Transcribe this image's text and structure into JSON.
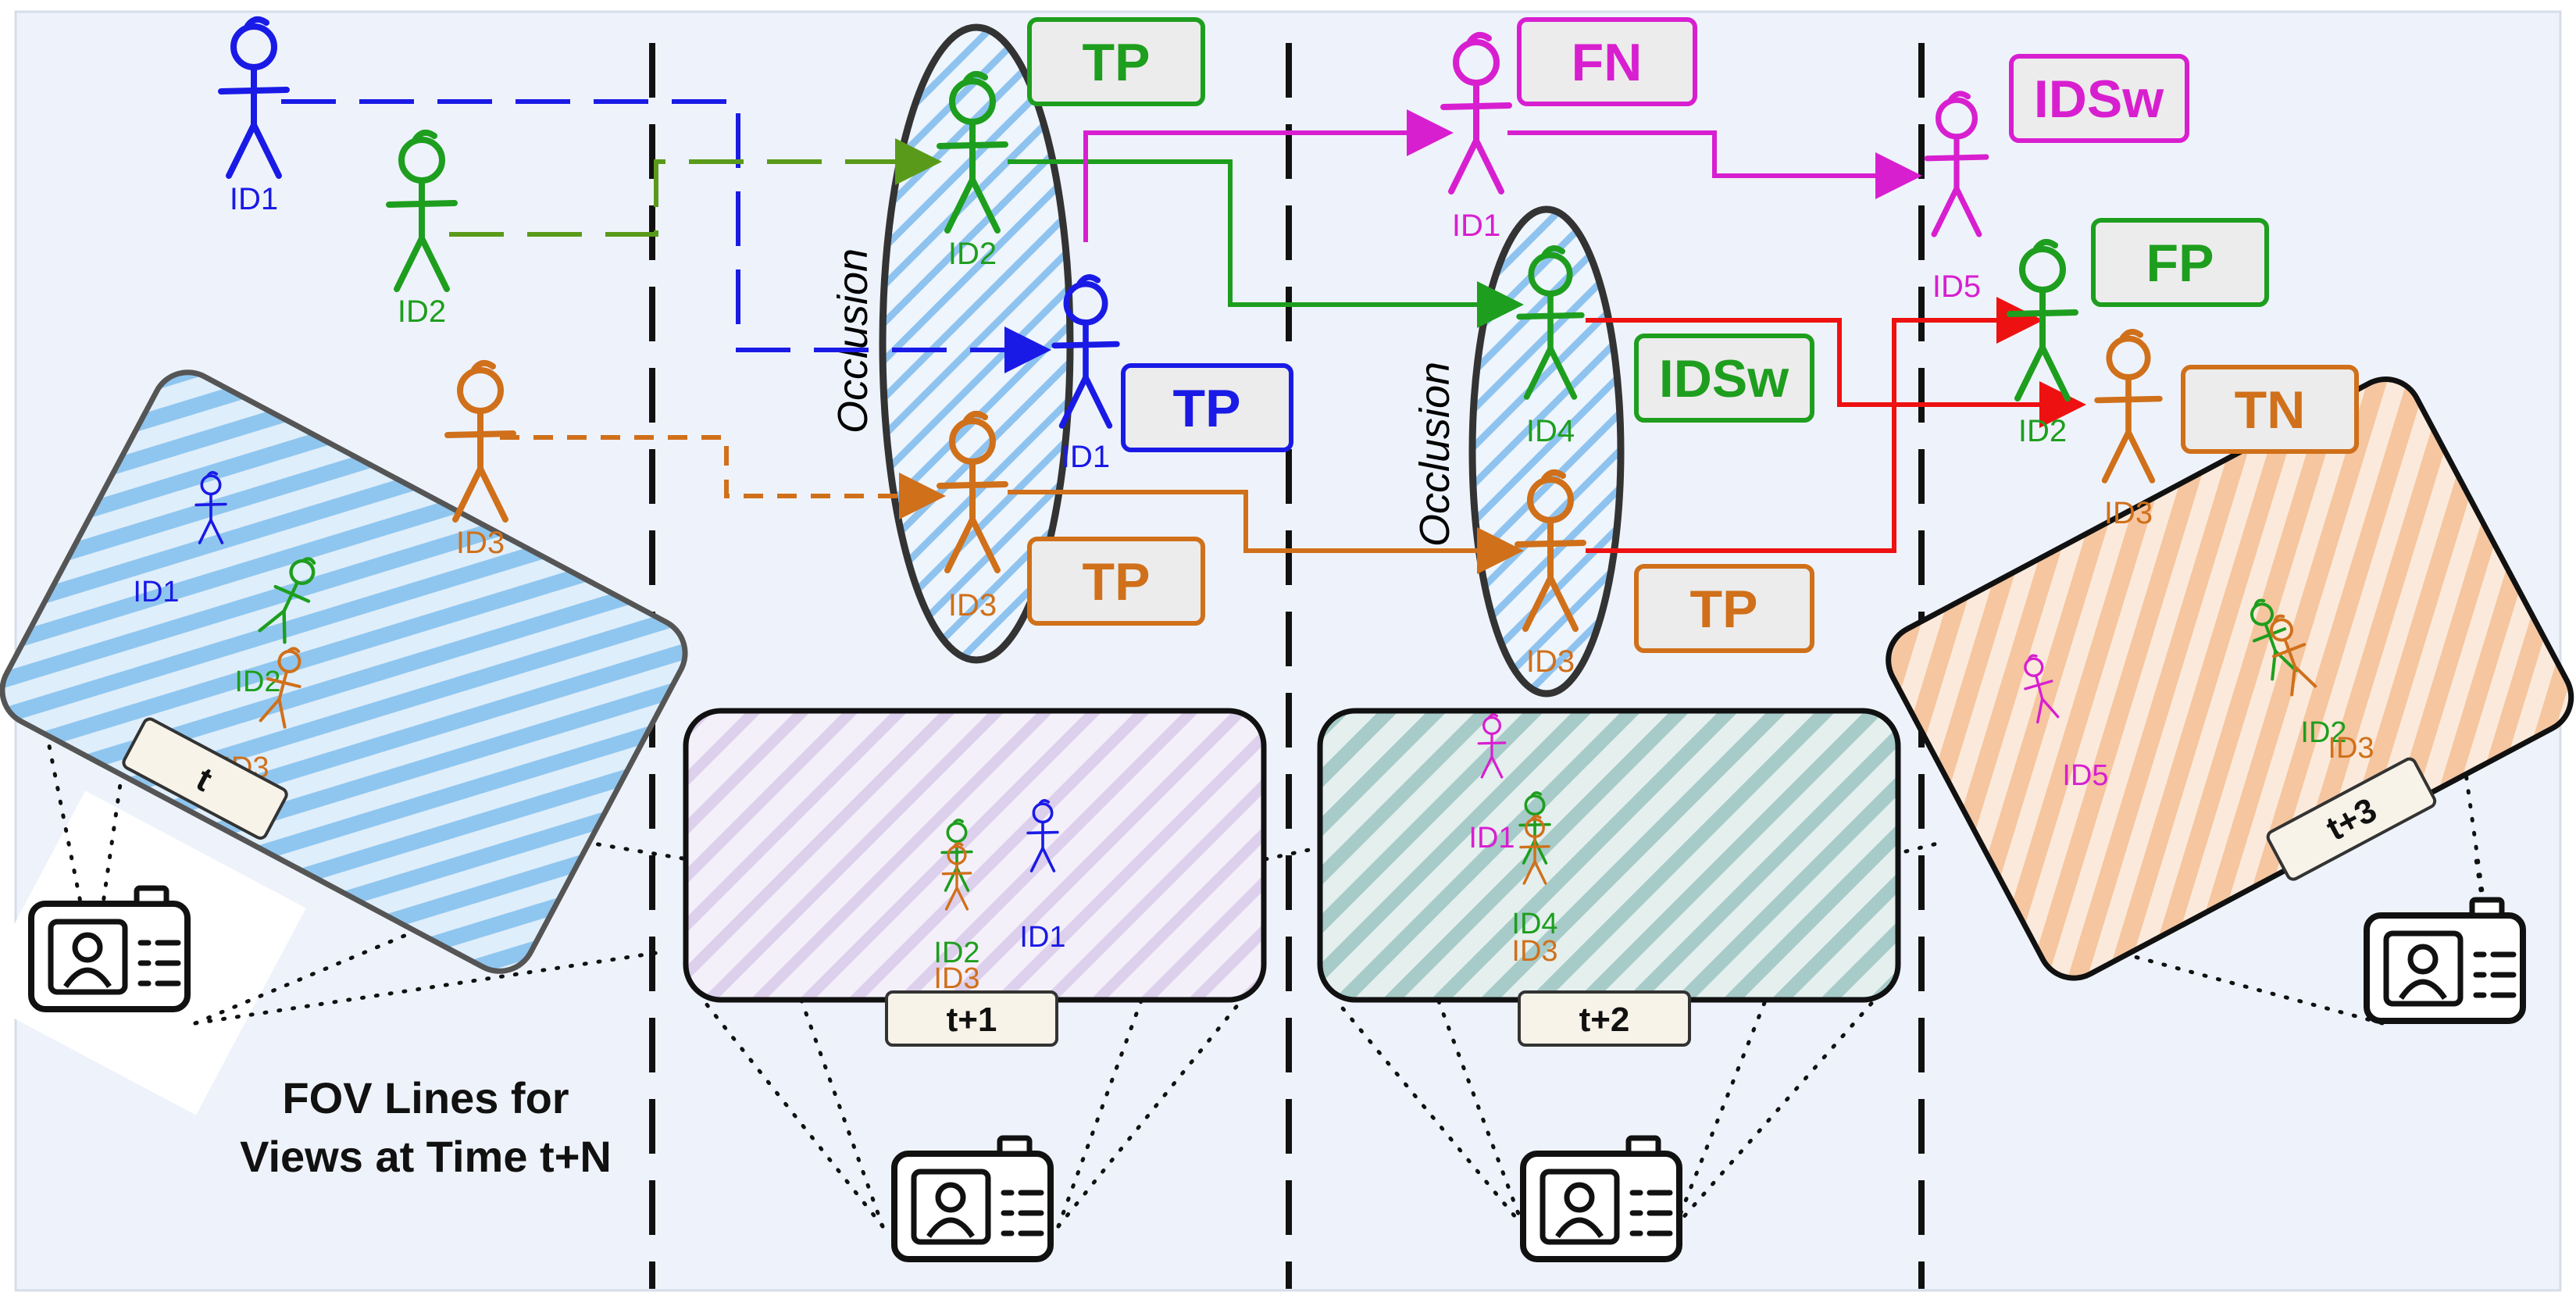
{
  "frames": [
    {
      "id": "t",
      "label": "t"
    },
    {
      "id": "t1",
      "label": "t+1"
    },
    {
      "id": "t2",
      "label": "t+2"
    },
    {
      "id": "t3",
      "label": "t+3"
    }
  ],
  "fov_caption": {
    "line1": "FOV Lines for",
    "line2": "Views at Time t+N"
  },
  "occlusion_label": "Occlusion",
  "ids": {
    "id1": "ID1",
    "id2": "ID2",
    "id3": "ID3",
    "id4": "ID4",
    "id5": "ID5"
  },
  "badges": {
    "tp": "TP",
    "fn": "FN",
    "fp": "FP",
    "tn": "TN",
    "idsw": "IDSw"
  },
  "colors": {
    "id1_blue": "#1a1ae6",
    "green": "#1e9e1e",
    "orange": "#d0701a",
    "magenta": "#d81fd0",
    "red": "#ee1111",
    "olive": "#5a9a1a",
    "background": "#eef3fb"
  },
  "icons": [
    "camera-icon",
    "person-icon"
  ]
}
